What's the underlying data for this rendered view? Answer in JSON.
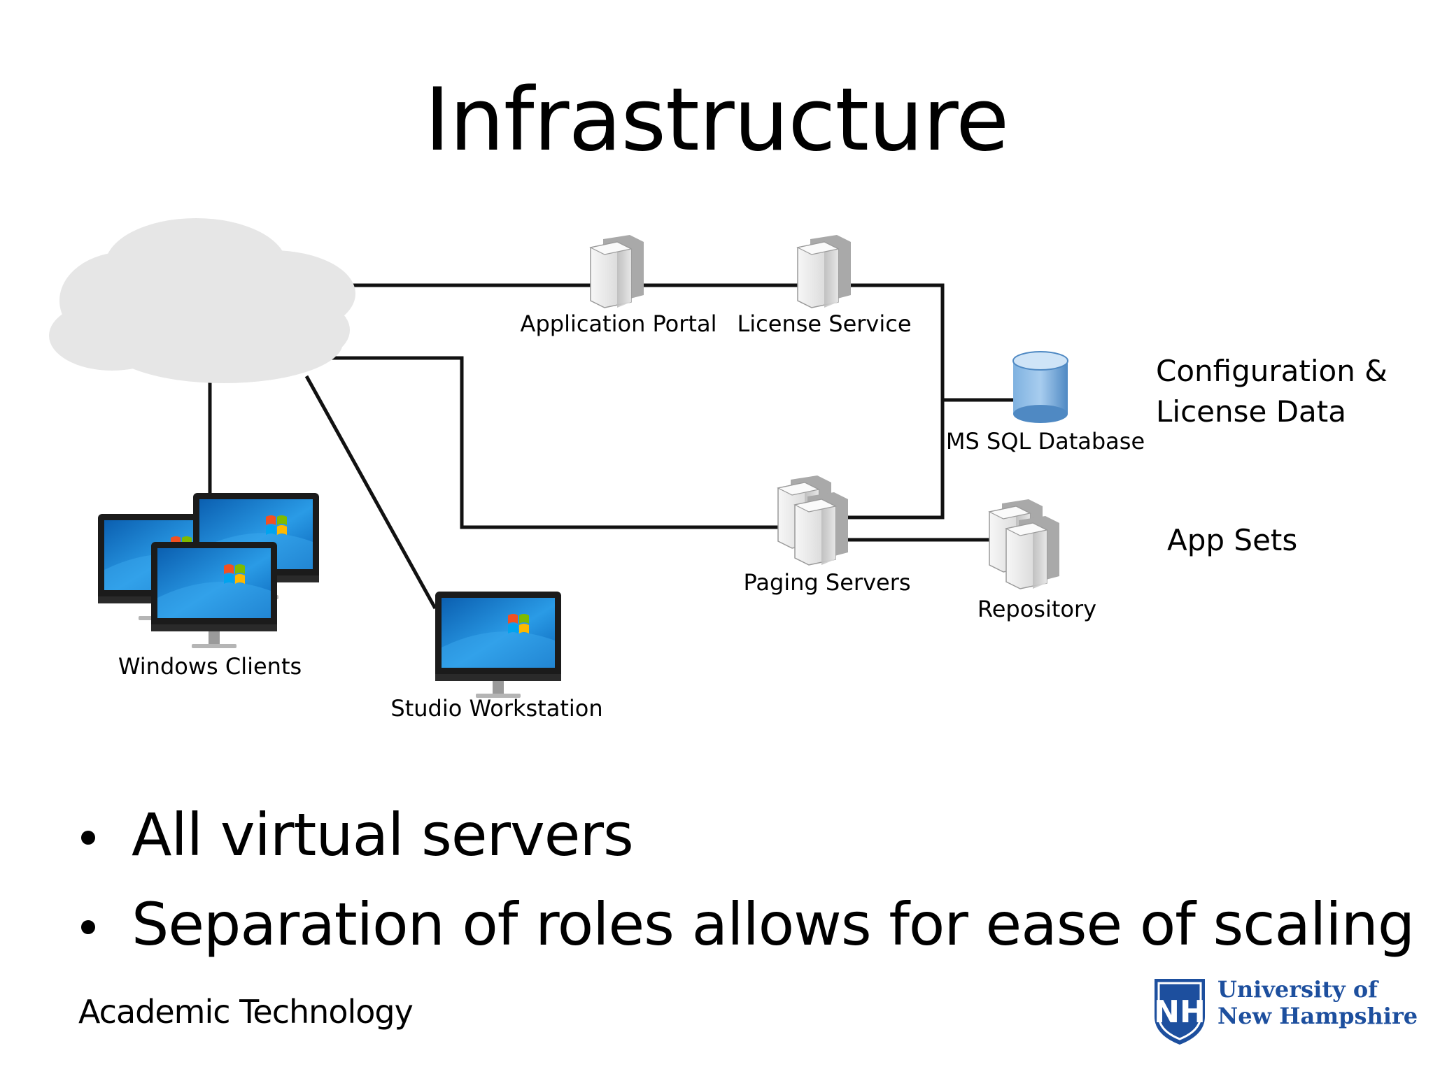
{
  "slide": {
    "title": "Infrastructure",
    "diagram": {
      "nodes": {
        "application_portal": "Application Portal",
        "license_service": "License Service",
        "ms_sql_database": "MS SQL Database",
        "paging_servers": "Paging Servers",
        "repository": "Repository",
        "windows_clients": "Windows Clients",
        "studio_workstation": "Studio Workstation"
      },
      "notes": {
        "config_line1": "Configuration &",
        "config_line2": "License Data",
        "app_sets": "App Sets"
      },
      "icons": {
        "cloud": "cloud-icon",
        "server": "server-icon",
        "database": "database-icon",
        "monitor": "monitor-icon"
      },
      "colors": {
        "lines": "#111111",
        "cloud": "#e6e6e6",
        "database": "#5b9bd5",
        "screen": "#1e88d6",
        "unh_blue": "#1d4f9e"
      }
    },
    "bullets": [
      "All virtual servers",
      "Separation of roles allows for ease of scaling"
    ],
    "footer": "Academic Technology",
    "logo": {
      "line1": "University of",
      "line2": "New Hampshire",
      "mark": "NH"
    }
  }
}
